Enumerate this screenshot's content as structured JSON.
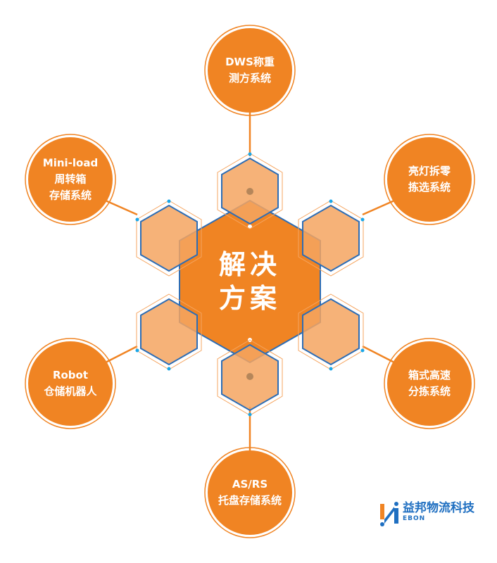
{
  "center": {
    "line1": "解决",
    "line2": "方案"
  },
  "nodes": [
    {
      "id": "dws",
      "label": "DWS称重\n测方系统",
      "lines": [
        "DWS称重",
        "测方系统"
      ]
    },
    {
      "id": "mini-load",
      "lines": [
        "Mini-load",
        "周转箱",
        "存储系统"
      ]
    },
    {
      "id": "pick-to-light",
      "lines": [
        "亮灯拆零",
        "拣选系统"
      ]
    },
    {
      "id": "robot",
      "lines": [
        "Robot",
        "仓储机器人"
      ]
    },
    {
      "id": "sorter",
      "lines": [
        "箱式高速",
        "分拣系统"
      ]
    },
    {
      "id": "asrs",
      "lines": [
        "AS/RS",
        "托盘存储系统"
      ]
    }
  ],
  "logo": {
    "name": "益邦物流科技",
    "sub": "EBON"
  },
  "colors": {
    "orange": "#f08423",
    "light_orange": "#f5a560",
    "blue": "#2e6db4",
    "cyan": "#1aa7e8"
  }
}
